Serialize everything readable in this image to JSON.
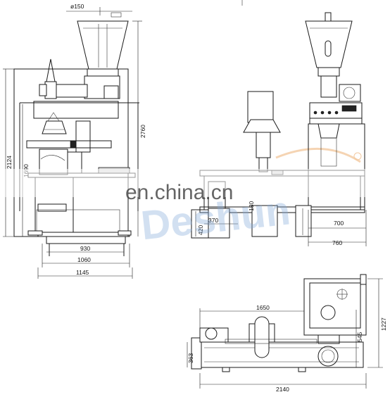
{
  "watermark": {
    "site": "en.china.cn",
    "brand": "Deshun"
  },
  "front_view": {
    "dims": {
      "hopper_diameter": "ø150",
      "total_height": "2760",
      "frame_height": "2124",
      "mid_height": "1690",
      "base_inner": "930",
      "base_outer": "1060",
      "base_total": "1145"
    }
  },
  "side_view": {
    "dims": {
      "conveyor_height": "130",
      "stand_height": "420",
      "stand_width": "370",
      "base_inner": "700",
      "base_outer": "760"
    }
  },
  "top_view": {
    "dims": {
      "conveyor_length": "1650",
      "total_length": "2140",
      "total_width": "1227",
      "frame_depth": "545",
      "conveyor_width": "363"
    }
  },
  "colors": {
    "line": "#1a1a1a",
    "watermark_blue": "#7fa7d9",
    "watermark_orange": "#f2c9a0"
  }
}
